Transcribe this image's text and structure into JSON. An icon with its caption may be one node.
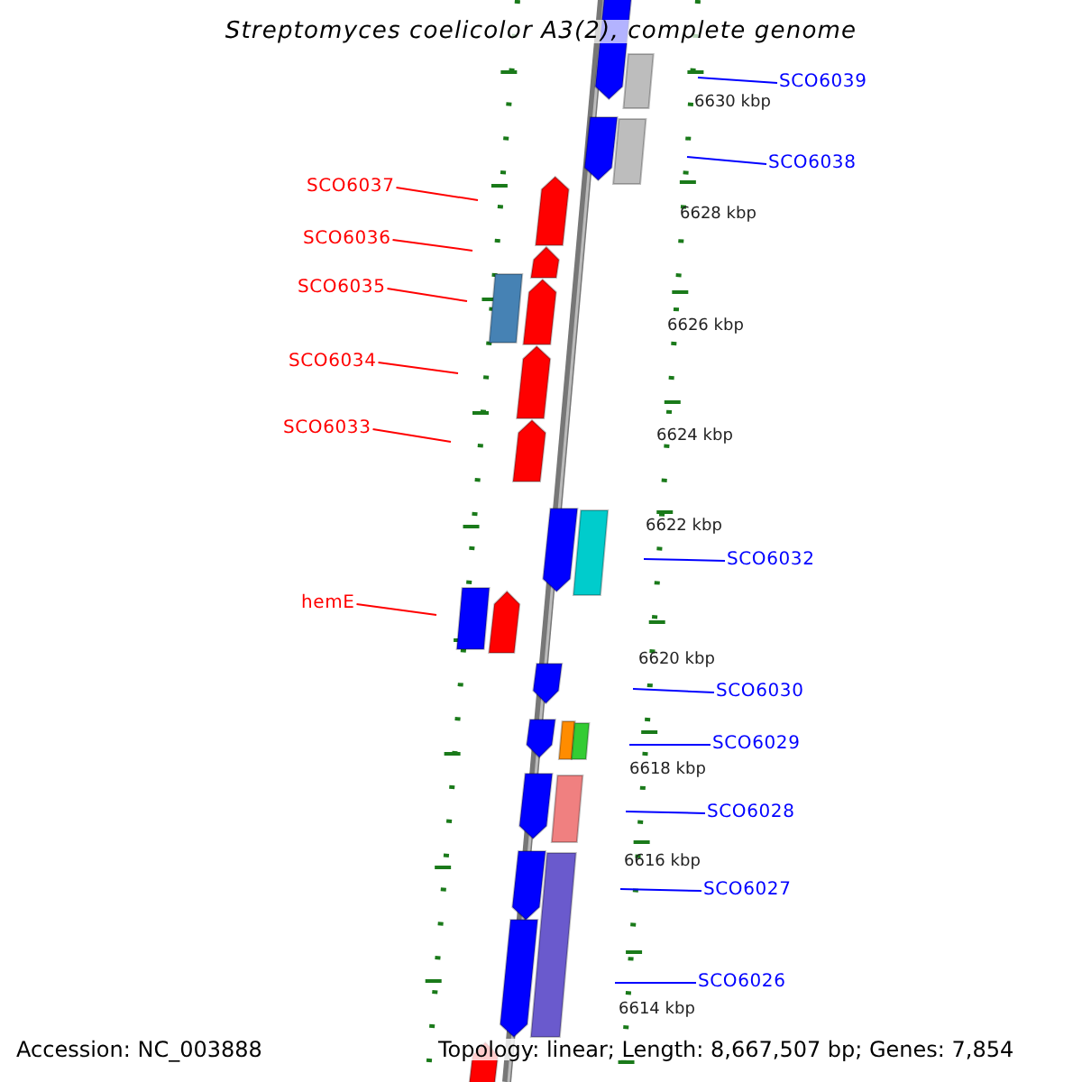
{
  "diagram": {
    "title": "Streptomyces coelicolor A3(2), complete genome",
    "nodes": [
      {
        "text": [
          "SCO6039"
        ]
      },
      {
        "text": [
          "SCO6038"
        ]
      },
      {
        "text": [
          "SCO6037"
        ]
      },
      {
        "text": [
          "SCO6036"
        ]
      },
      {
        "text": [
          "SCO6035"
        ]
      },
      {
        "text": [
          "SCO6034"
        ]
      },
      {
        "text": [
          "SCO6033"
        ]
      },
      {
        "text": [
          "SCO6032"
        ]
      },
      {
        "text": [
          "hemE"
        ]
      },
      {
        "text": [
          "SCO6030"
        ]
      },
      {
        "text": [
          "SCO6029"
        ]
      },
      {
        "text": [
          "SCO6028"
        ]
      },
      {
        "text": [
          "SCO6027"
        ]
      },
      {
        "text": [
          "SCO6026"
        ]
      }
    ],
    "edges": [
      {
        "from": 0,
        "to": null,
        "arrow": "none"
      },
      {
        "from": 1,
        "to": null,
        "arrow": "none"
      },
      {
        "from": 2,
        "to": null,
        "arrow": "none",
        "color": "#ff0000"
      },
      {
        "from": 3,
        "to": null,
        "arrow": "none",
        "color": "#ff0000"
      },
      {
        "from": 4,
        "to": null,
        "arrow": "none",
        "color": "#ff0000"
      },
      {
        "from": 5,
        "to": null,
        "arrow": "none",
        "color": "#ff0000"
      },
      {
        "from": 6,
        "to": null,
        "arrow": "none",
        "color": "#ff0000"
      },
      {
        "from": 7,
        "to": null,
        "arrow": "none"
      },
      {
        "from": 8,
        "to": null,
        "arrow": "none",
        "color": "#ff0000"
      },
      {
        "from": 9,
        "to": null,
        "arrow": "none"
      },
      {
        "from": 10,
        "to": null,
        "arrow": "none"
      },
      {
        "from": 11,
        "to": null,
        "arrow": "none"
      },
      {
        "from": 12,
        "to": null,
        "arrow": "none"
      },
      {
        "from": 13,
        "to": null,
        "arrow": "none"
      }
    ],
    "labels": [
      "6630 kbp",
      "6628 kbp",
      "6626 kbp",
      "6624 kbp",
      "6622 kbp",
      "6620 kbp",
      "6618 kbp",
      "6616 kbp",
      "6614 kbp",
      "Accession: NC_003888",
      "Topology: linear; Length: 8,667,507 bp; Genes: 7,854"
    ]
  }
}
